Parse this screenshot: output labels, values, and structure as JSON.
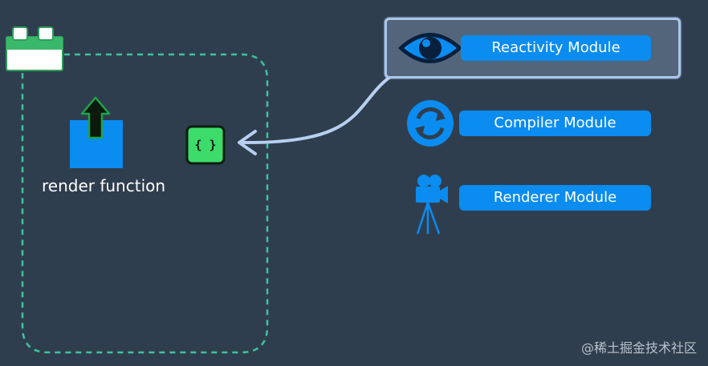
{
  "modules": [
    {
      "label": "Reactivity Module",
      "icon": "eye-icon",
      "selected": true
    },
    {
      "label": "Compiler Module",
      "icon": "sync-icon",
      "selected": false
    },
    {
      "label": "Renderer Module",
      "icon": "movie-camera-icon",
      "selected": false
    }
  ],
  "component": {
    "render_label": "render function",
    "template_icon_text": "{ }"
  },
  "watermark": "@稀土掘金技术社区",
  "colors": {
    "background": "#2f3e4e",
    "pill": "#0a8cf0",
    "dashed_border": "#3fc3a0",
    "arrow": "#b7cff0",
    "template_box": "#3ddc6a",
    "render_box": "#0a8cf0"
  }
}
